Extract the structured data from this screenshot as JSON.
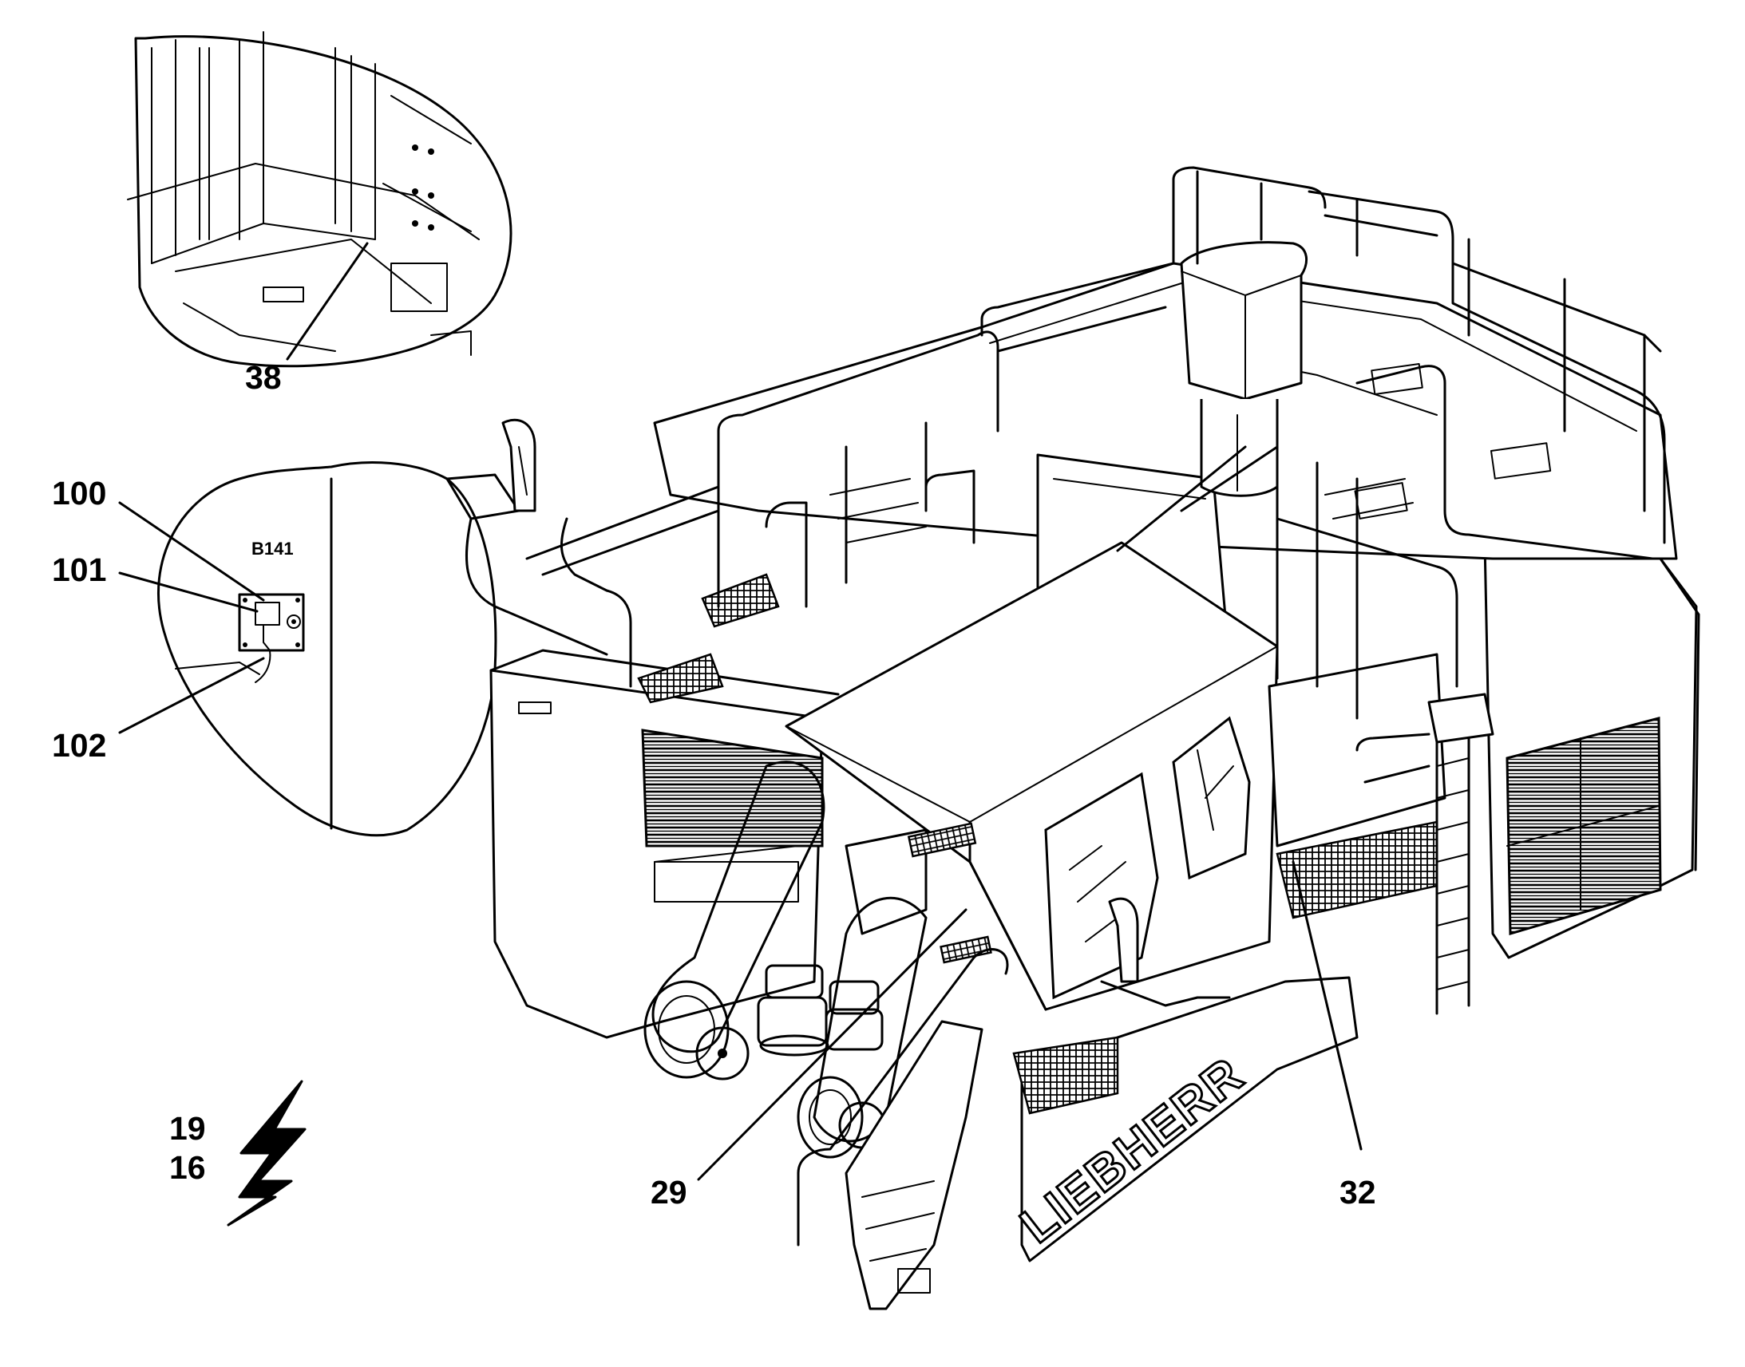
{
  "callouts": {
    "c38": "38",
    "c100": "100",
    "c101": "101",
    "c102": "102",
    "c29": "29",
    "c32": "32",
    "c19": "19",
    "c16": "16"
  },
  "sensor_tag": "B141",
  "brand_logo": "LIEBHERR",
  "icons": {
    "electrical_symbol": "lightning-bolt-icon"
  }
}
